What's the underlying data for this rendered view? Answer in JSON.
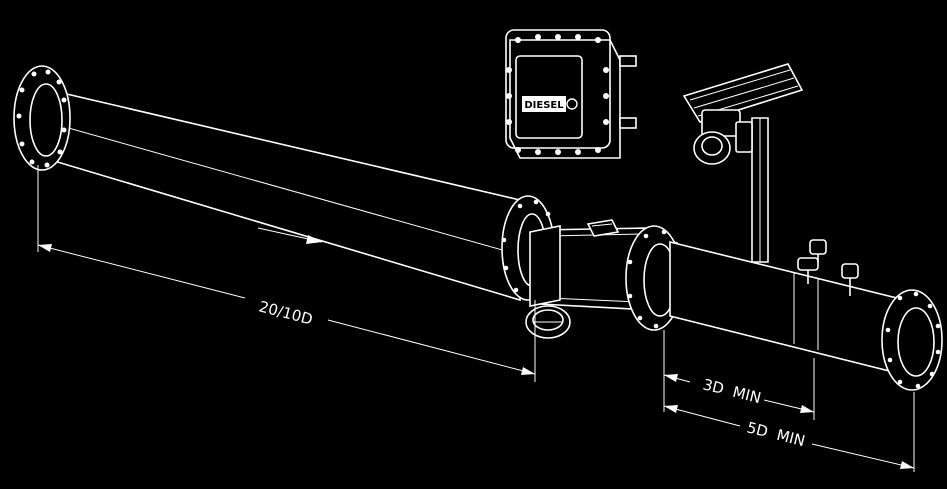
{
  "diagram": {
    "dimensions": {
      "upstream_length": "20/10D",
      "min_3d": "3D  MIN",
      "min_5d": "5D  MIN"
    },
    "enclosure_badge": "DIESEL"
  }
}
